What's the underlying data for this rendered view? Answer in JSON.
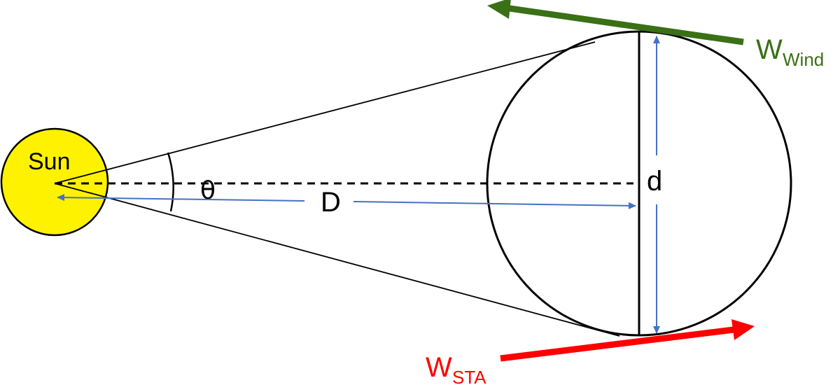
{
  "labels": {
    "sun": "Sun",
    "angle": "θ",
    "distance": "D",
    "diameter": "d",
    "w_wind_main": "W",
    "w_wind_sub": "Wind",
    "w_sta_main": "W",
    "w_sta_sub": "STA"
  },
  "colors": {
    "sun_fill": "#FFF200",
    "measure_arrow": "#4472C4",
    "wind_arrow": "#3A7016",
    "sta_arrow": "#FF0000",
    "line": "#000000"
  }
}
